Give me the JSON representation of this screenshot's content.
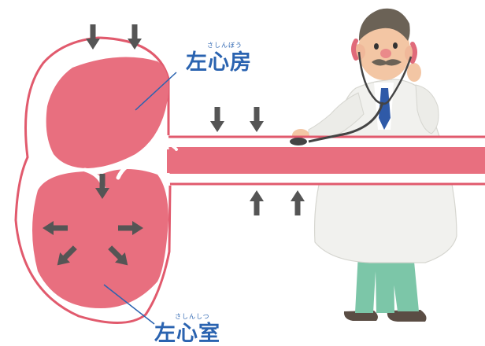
{
  "labels": {
    "atrium": {
      "ruby": "さしんぼう",
      "text": "左心房"
    },
    "ventricle": {
      "ruby": "さしんしつ",
      "text": "左心室"
    }
  },
  "colors": {
    "chamber_fill": "#e86f7f",
    "outline": "#e15a6d",
    "arrow": "#555555",
    "label": "#2a63b0",
    "coat": "#f1f1ee",
    "tie": "#2f5aa8",
    "pants": "#7cc6a8",
    "skin": "#f3c6a4",
    "hair": "#6b6256"
  },
  "icons": {
    "arrow": "arrow-icon",
    "doctor": "doctor-figure",
    "stethoscope": "stethoscope-icon"
  }
}
